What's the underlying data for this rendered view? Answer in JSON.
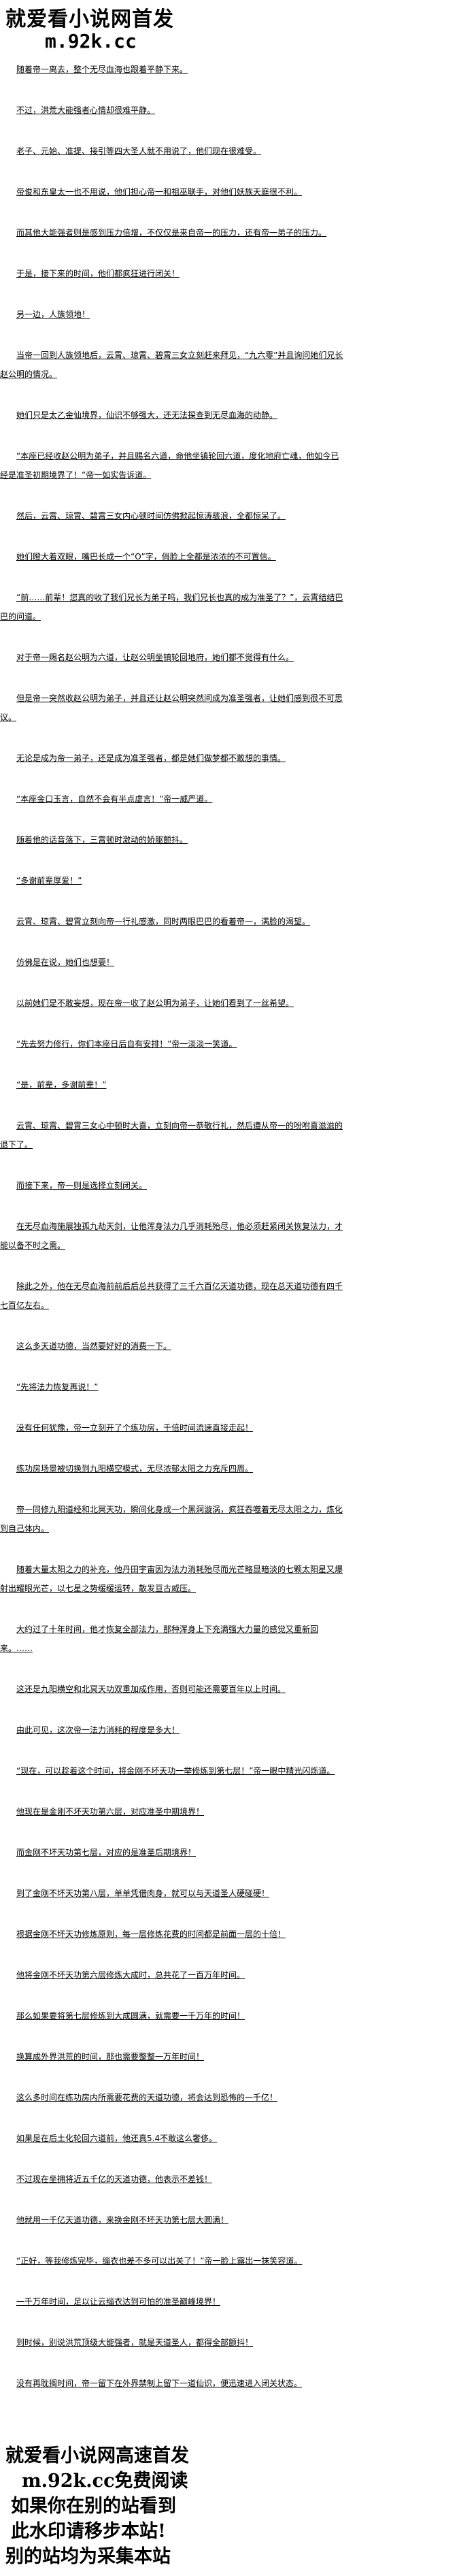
{
  "header": {
    "site_title": "就爱看小说网首发",
    "site_domain": "m.92k.cc"
  },
  "paragraphs": [
    "随着帝一离去，整个无尽血海也跟着平静下来。",
    "不过，洪荒大能强者心情却很难平静。",
    "老子、元始、准提、接引等四大圣人就不用说了，他们现在很难受。",
    "帝俊和东皇太一也不用说，他们担心帝一和祖巫联手，对他们妖族天庭很不利。",
    "而其他大能强者则是感到压力倍增，不仅仅是来自帝一的压力，还有帝一弟子的压力。",
    "于是，接下来的时间，他们都疯狂进行闭关！",
    "另一边，人族领地！",
    "当帝一回到人族领地后，云霄、琼霄、碧霄三女立刻赶来拜见，“九六零”并且询问她们兄长赵公明的情况。",
    "她们只是太乙金仙境界，仙识不够强大，还无法探查到无尽血海的动静。",
    "“本座已经收赵公明为弟子，并且赐名六道，命他坐镇轮回六道，度化地府亡魂，他如今已经是准圣初期境界了！”帝一如实告诉道。",
    "然后，云霄、琼霄、碧霄三女内心顿时间仿佛掀起惊涛骇浪，全都惊呆了。",
    "她们瞪大着双眼，嘴巴长成一个“O”字，俏脸上全都是浓浓的不可置信。",
    "“前……前辈！您真的收了我们兄长为弟子吗，我们兄长也真的成为准圣了？”，云霄结结巴巴的问道。",
    "对于帝一赐名赵公明为六道，让赵公明坐镇轮回地府，她们都不觉得有什么。",
    "但是帝一突然收赵公明为弟子，并且还让赵公明突然间成为准圣强者，让她们感到很不可思议。",
    "无论是成为帝一弟子，还是成为准圣强者，都是她们做梦都不敢想的事情。",
    "“本座金口玉言，自然不会有半点虚言！”帝一威严道。",
    "随着他的话音落下，三霄顿时激动的娇躯颤抖。",
    "“多谢前辈厚爱！”",
    "云霄、琼霄、碧霄立刻向帝一行礼感激，同时两眼巴巴的看着帝一，满脸的渴望。",
    "仿佛是在说，她们也想要！",
    "以前她们是不敢妄想，现在帝一收了赵公明为弟子，让她们看到了一丝希望。",
    "“先去努力修行，你们本座日后自有安排！”帝一淡淡一笑道。",
    "“是，前辈，多谢前辈！”",
    "云霄、琼霄、碧霄三女心中顿时大喜，立刻向帝一恭敬行礼，然后遵从帝一的吩咐喜滋滋的退下了。",
    "而接下来，帝一则是选择立刻闭关。",
    "在无尽血海施展独孤九劫天剑，让他浑身法力几乎消耗殆尽，他必须赶紧闭关恢复法力，才能以备不时之需。",
    "除此之外，他在无尽血海前前后后总共获得了三千六百亿天道功德，现在总天道功德有四千七百亿左右。",
    "这么多天道功德，当然要好好的消费一下。",
    "“先将法力恢复再说！”",
    "没有任何犹豫，帝一立刻开了个练功房，千倍时间流速直接走起！",
    "练功房场景被切换到九阳横空模式，无尽浓郁太阳之力充斥四周。",
    "帝一同修九阳道经和北冥天功，瞬间化身成一个黑洞漩涡，疯狂吞噬着无尽太阳之力，炼化到自己体内。",
    "随着大量太阳之力的补充，他丹田宇宙因为法力消耗殆尽而光芒略显暗淡的七颗太阳星又爆射出耀眼光芒，以七星之势缓缓运转，散发亘古威压。",
    "大约过了十年时间，他才恢复全部法力，那种浑身上下充满强大力量的感觉又重新回来。……",
    "这还是九阳横空和北冥天功双重加成作用，否则可能还需要百年以上时间。",
    "由此可见，这次帝一法力消耗的程度是多大！",
    "“现在，可以趁着这个时间，将金刚不坏天功一举修炼到第七层！”帝一眼中精光闪烁道。",
    "他现在是金刚不坏天功第六层，对应准圣中期境界！",
    "而金刚不坏天功第七层，对应的是准圣后期境界！",
    "到了金刚不坏天功第八层，单单凭借肉身，就可以与天道圣人硬碰硬！",
    "根据金刚不坏天功修炼原则，每一层修炼花费的时间都是前面一层的十倍！",
    "他将金刚不坏天功第六层修炼大成时，总共花了一百万年时间。",
    "那么如果要将第七层修炼到大成圆满，就需要一千万年的时间！",
    "换算成外界洪荒的时间，那也需要整整一万年时间！",
    "这么多时间在练功房内所需要花费的天道功德，将会达到恐怖的一千亿！",
    "如果是在后土化轮回六道前，他还真5.4不敢这么奢侈。",
    "不过现在坐拥将近五千亿的天道功德，他表示不差钱！",
    "他就用一千亿天道功德，来换金刚不坏天功第七层大圆满！",
    "“正好，等我修炼完毕，缁衣也差不多可以出关了！”帝一脸上露出一抹笑容道。",
    "一千万年时间，足以让云缁衣达到可怕的准圣巅峰境界！",
    "到时候，别说洪荒顶级大能强者，就是天道圣人，都得全部颤抖！",
    "没有再耽搁时间，帝一留下在外界禁制上留下一道仙识，便迅速进入闭关状态。"
  ],
  "footer": {
    "lines": [
      "就爱看小说网高速首发",
      "m.92k.cc免费阅读",
      "如果你在别的站看到",
      "此水印请移步本站!",
      "别的站均为采集本站"
    ]
  }
}
